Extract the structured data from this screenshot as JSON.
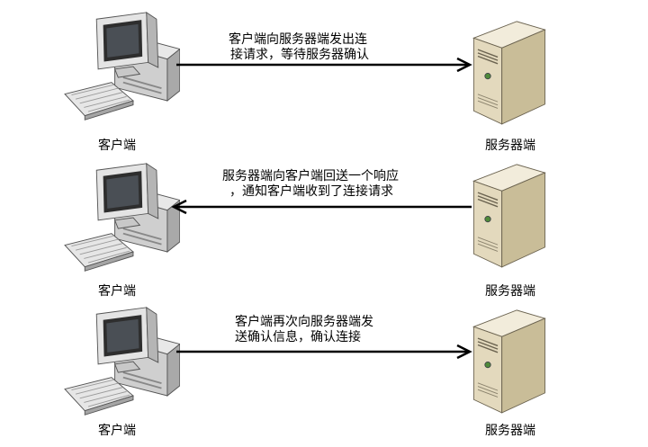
{
  "steps": [
    {
      "client_label": "客户端",
      "server_label": "服务器端",
      "direction": "client-to-server",
      "message_line1": "客户端向服务器端发出连",
      "message_line2": "接请求，等待服务器确认"
    },
    {
      "client_label": "客户端",
      "server_label": "服务器端",
      "direction": "server-to-client",
      "message_line1": "服务器端向客户端回送一个响应",
      "message_line2": "，通知客户端收到了连接请求"
    },
    {
      "client_label": "客户端",
      "server_label": "服务器端",
      "direction": "client-to-server",
      "message_line1": "客户端再次向服务器端发",
      "message_line2": "送确认信息，确认连接"
    }
  ],
  "icons": {
    "client": "desktop-computer-icon",
    "server": "tower-server-icon"
  },
  "colors": {
    "arrow": "#000000",
    "server_body": "#e6dcc2",
    "computer_body": "#dcdcdc",
    "screen": "#3a3a3a"
  }
}
